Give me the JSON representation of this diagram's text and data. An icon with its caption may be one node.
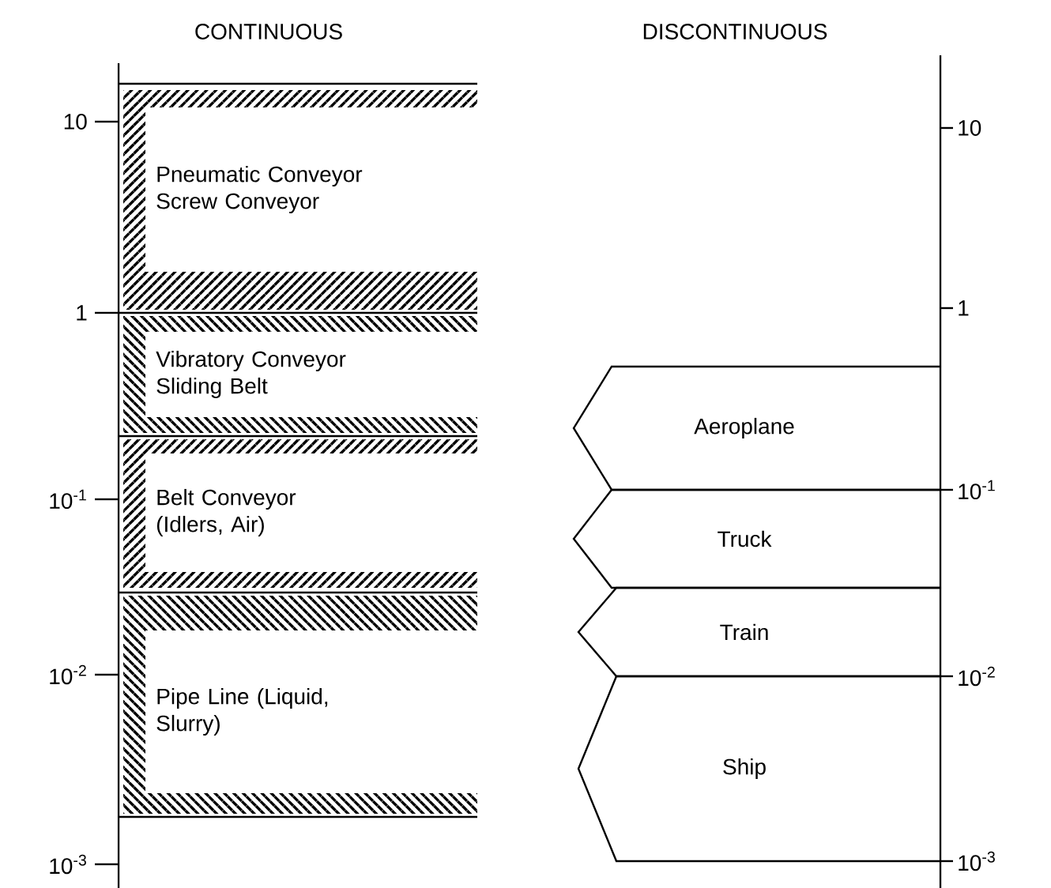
{
  "diagram": {
    "nodes": [
      {
        "text": [
          "Pneumatic Conveyor",
          "Screw Conveyor"
        ]
      },
      {
        "text": [
          "Vibratory Conveyor",
          "Sliding Belt"
        ]
      },
      {
        "text": [
          "Belt Conveyor (Idlers, Air)"
        ]
      },
      {
        "text": [
          "Pipe Line (Liquid, Slurry)"
        ]
      },
      {
        "text": [
          "Aeroplane"
        ]
      },
      {
        "text": [
          "Truck"
        ]
      },
      {
        "text": [
          "Train"
        ]
      },
      {
        "text": [
          "Ship"
        ]
      }
    ],
    "labels": [
      "CONTINUOUS",
      "DISCONTINUOUS",
      "10",
      "10",
      "1",
      "1",
      "10$^{-1}$",
      "10$^{-1}$",
      "10$^{-2}$",
      "10$^{-2}$",
      "10$^{-3}$",
      "10$^{-3}$"
    ]
  }
}
